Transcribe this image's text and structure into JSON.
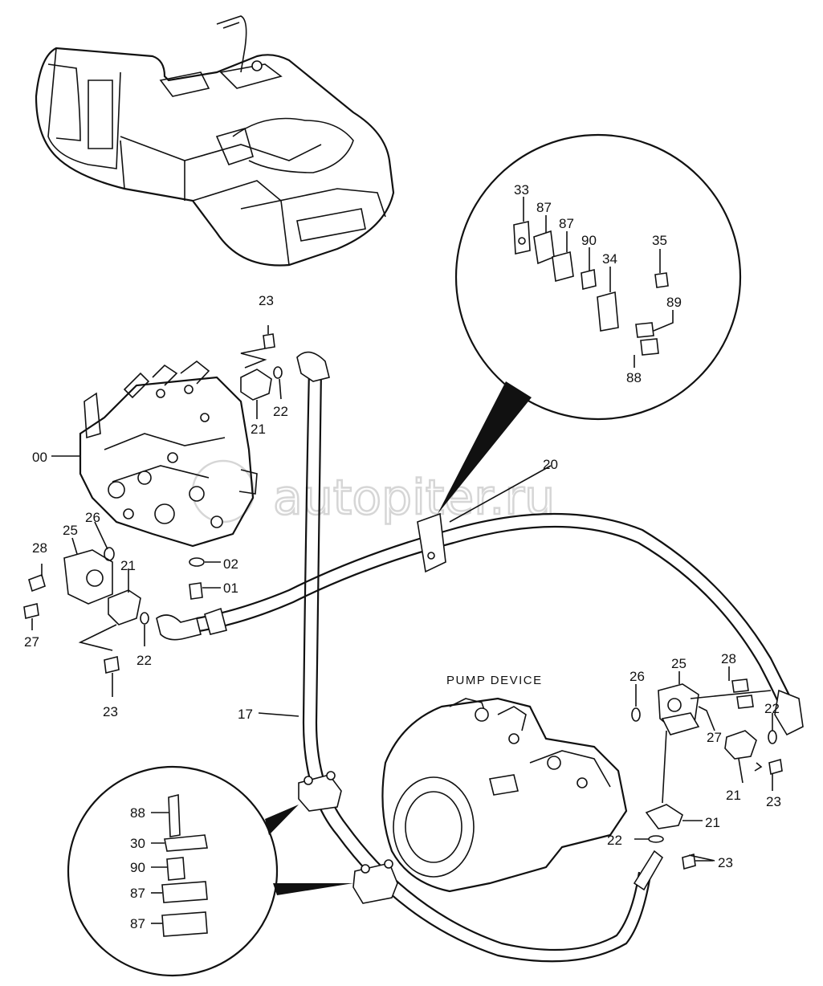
{
  "watermark": "autopiter.ru",
  "caption": "PUMP DEVICE",
  "part_labels": {
    "p00": "00",
    "p01": "01",
    "p02": "02",
    "p17": "17",
    "p20": "20",
    "p21a": "21",
    "p21b": "21",
    "p21c": "21",
    "p21d": "21",
    "p22a": "22",
    "p22b": "22",
    "p22c": "22",
    "p22d": "22",
    "p23a": "23",
    "p23b": "23",
    "p23c": "23",
    "p23d": "23",
    "p25a": "25",
    "p25b": "25",
    "p26a": "26",
    "p26b": "26",
    "p27a": "27",
    "p27b": "27",
    "p28a": "28",
    "p28b": "28",
    "d1_33": "33",
    "d1_87a": "87",
    "d1_87b": "87",
    "d1_90": "90",
    "d1_34": "34",
    "d1_35": "35",
    "d1_89": "89",
    "d1_88": "88",
    "d2_88": "88",
    "d2_30": "30",
    "d2_90": "90",
    "d2_87a": "87",
    "d2_87b": "87"
  }
}
